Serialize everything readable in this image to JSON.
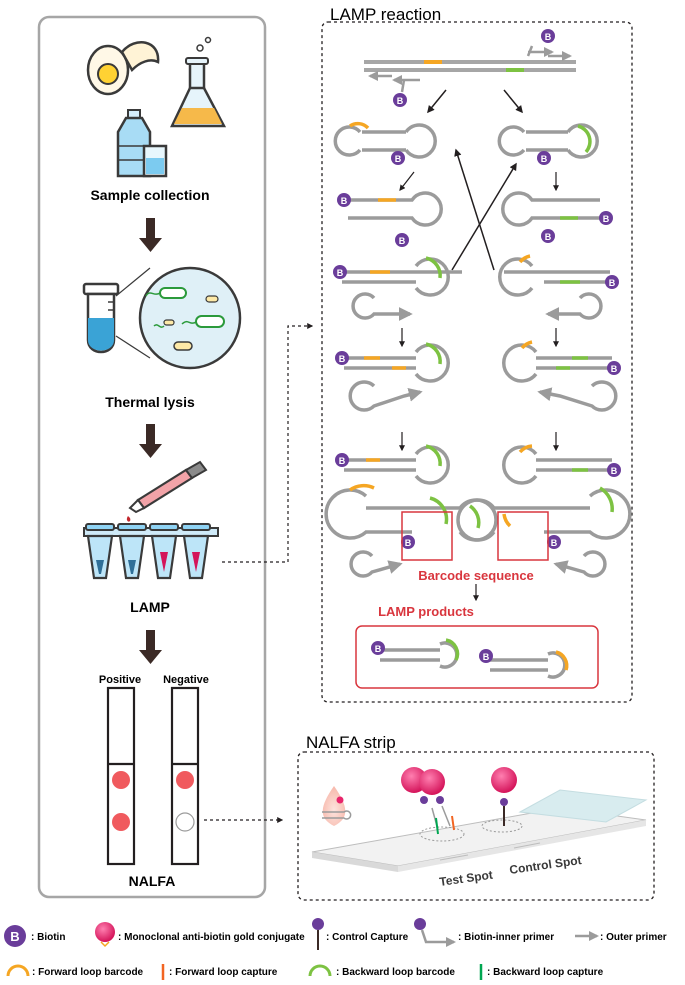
{
  "workflow": {
    "sample_collection": "Sample collection",
    "thermal_lysis": "Thermal lysis",
    "lamp": "LAMP",
    "positive": "Positive",
    "negative": "Negative",
    "nalfa": "NALFA"
  },
  "lamp_reaction": {
    "title": "LAMP reaction",
    "barcode_sequence": "Barcode sequence",
    "lamp_products": "LAMP products",
    "biotin_badge": "B"
  },
  "nalfa_strip": {
    "title": "NALFA strip",
    "test_spot": "Test Spot",
    "control_spot": "Control Spot"
  },
  "legend": {
    "biotin": ": Biotin",
    "gold_conjugate": ": Monoclonal anti-biotin gold conjugate",
    "control_capture": ": Control Capture",
    "biotin_inner_primer": ": Biotin-inner primer",
    "outer_primer": ": Outer primer",
    "forward_loop_barcode": ": Forward loop barcode",
    "forward_loop_capture": ": Forward loop capture",
    "backward_loop_barcode": ": Backward loop barcode",
    "backward_loop_capture": ": Backward loop capture"
  },
  "colors": {
    "forward_barcode": "#f5a623",
    "backward_barcode": "#7dc242",
    "biotin": "#6a3d9a",
    "forward_capture": "#f26522",
    "backward_capture": "#00a651",
    "gold": "#e8256b",
    "red_label": "#d9363e",
    "spot": "#f05a5e"
  }
}
